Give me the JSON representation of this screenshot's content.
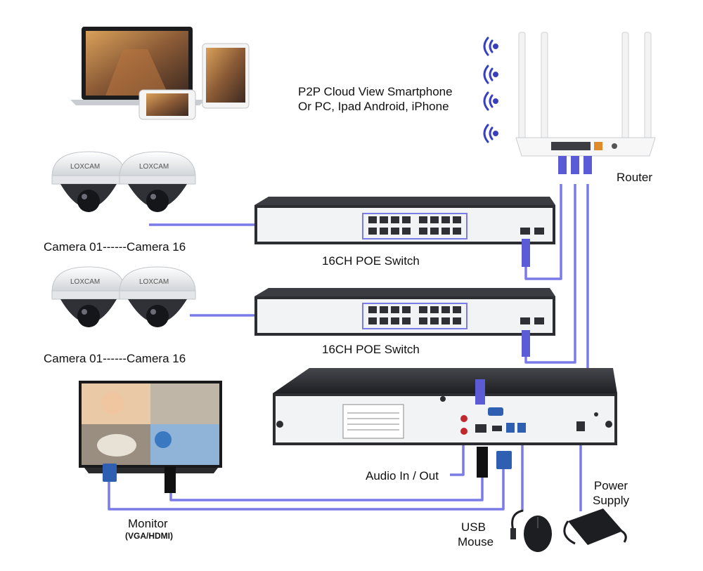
{
  "labels": {
    "cloud_line1": "P2P Cloud View Smartphone",
    "cloud_line2": "Or PC, Ipad Android, iPhone",
    "router": "Router",
    "camera_group_1": "Camera 01------Camera 16",
    "camera_group_2": "Camera 01------Camera 16",
    "switch_1": "16CH POE Switch",
    "switch_2": "16CH POE Switch",
    "audio": "Audio In / Out",
    "power_line1": "Power",
    "power_line2": "Supply",
    "monitor": "Monitor",
    "monitor_sub": "(VGA/HDMI)",
    "usb_line1": "USB",
    "usb_line2": "Mouse"
  },
  "camera_brand": "LOXCAM",
  "colors": {
    "cable": "#7b7be8",
    "device_dark": "#2b2d31",
    "device_face": "#f2f3f5",
    "camera_white": "#eceef0",
    "wifi": "#3a3fbf"
  }
}
